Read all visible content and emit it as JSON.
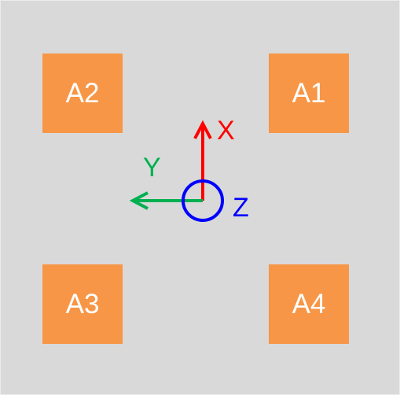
{
  "pads": [
    {
      "label": "A2",
      "color": "#F79646"
    },
    {
      "label": "A1",
      "color": "#F79646"
    },
    {
      "label": "A3",
      "color": "#F79646"
    },
    {
      "label": "A4",
      "color": "#F79646"
    }
  ],
  "axes": {
    "x": {
      "label": "X",
      "color": "#FF0000"
    },
    "y": {
      "label": "Y",
      "color": "#00B050"
    },
    "z": {
      "label": "Z",
      "color": "#0000FF"
    }
  },
  "background_color": "#D9D9D9"
}
